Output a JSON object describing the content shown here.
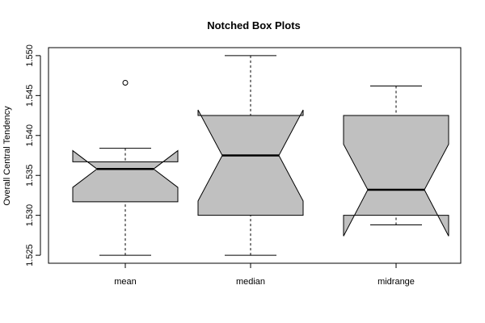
{
  "chart_data": {
    "type": "boxplot",
    "title": "Notched Box Plots",
    "xlabel": "",
    "ylabel": "Overall Central Tendency",
    "categories": [
      "mean",
      "median",
      "midrange"
    ],
    "ylim": [
      1.524,
      1.551
    ],
    "yticks": [
      1.525,
      1.53,
      1.535,
      1.54,
      1.545,
      1.55
    ],
    "ytick_labels": [
      "1.525",
      "1.530",
      "1.535",
      "1.540",
      "1.545",
      "1.550"
    ],
    "grid": false,
    "box_color": "#c0c0c0",
    "boxes": [
      {
        "name": "mean",
        "whisker_low": 1.525,
        "q1": 1.5317,
        "median": 1.5358,
        "q3": 1.5367,
        "whisker_high": 1.5384,
        "notch_low": 1.5335,
        "notch_high": 1.5381,
        "outliers": [
          1.5466
        ]
      },
      {
        "name": "median",
        "whisker_low": 1.525,
        "q1": 1.53,
        "median": 1.5375,
        "q3": 1.5425,
        "whisker_high": 1.55,
        "notch_low": 1.5318,
        "notch_high": 1.5432,
        "outliers": []
      },
      {
        "name": "midrange",
        "whisker_low": 1.5288,
        "q1": 1.53,
        "median": 1.5332,
        "q3": 1.5425,
        "whisker_high": 1.5462,
        "notch_low": 1.5274,
        "notch_high": 1.5389,
        "outliers": []
      }
    ]
  }
}
